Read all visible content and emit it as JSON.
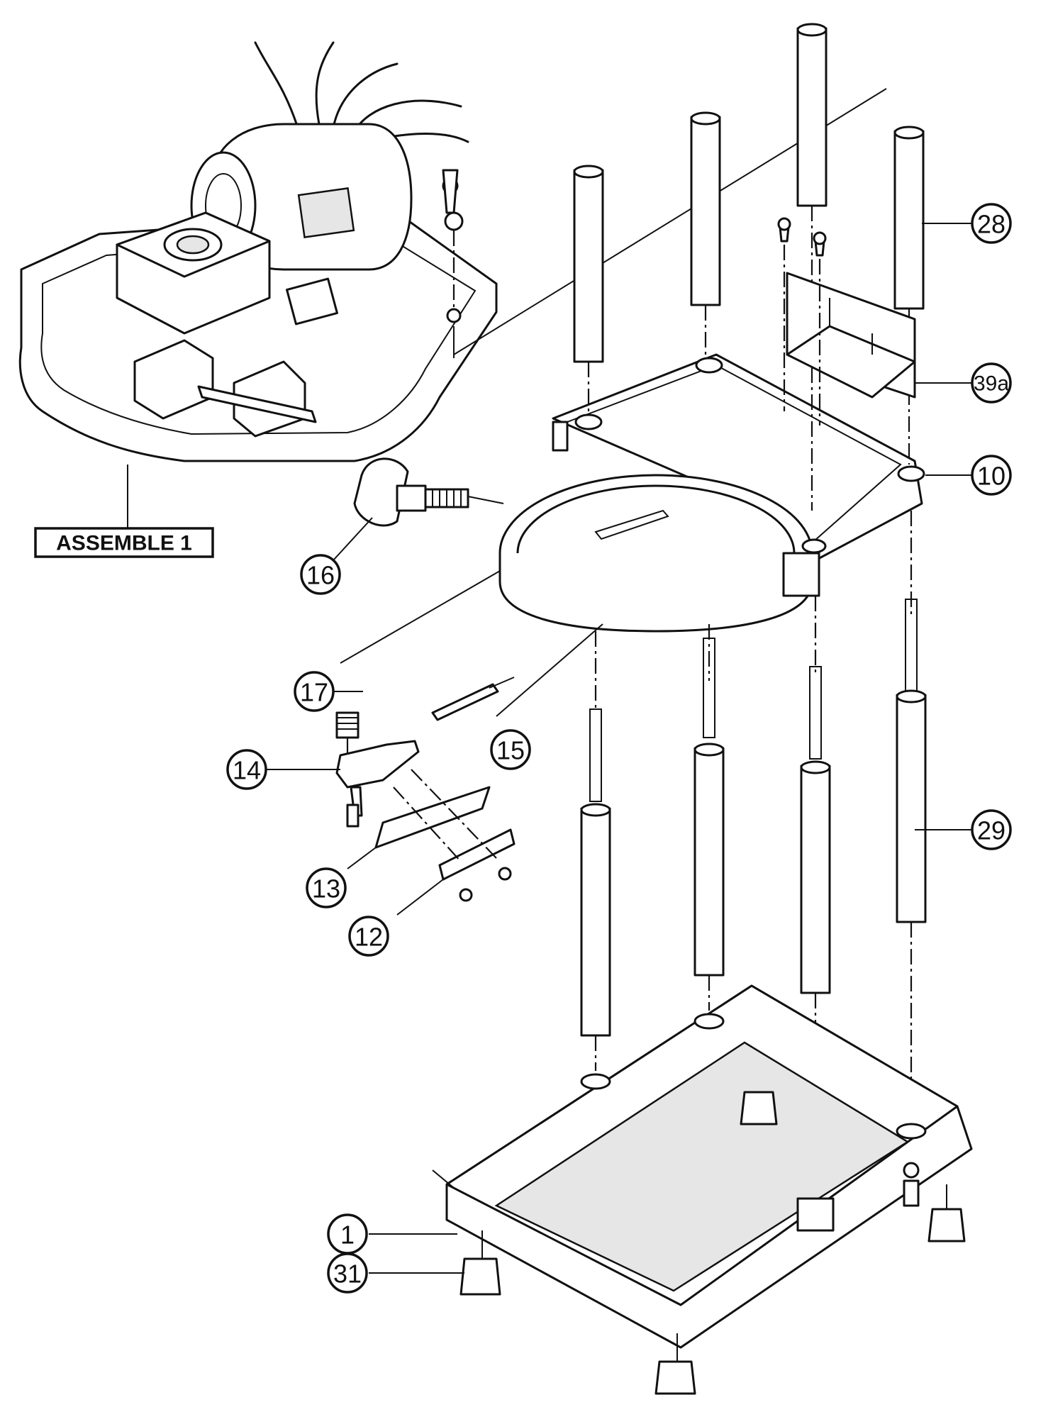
{
  "assembly_label": "ASSEMBLE 1",
  "callouts": [
    {
      "id": "28",
      "label": "28"
    },
    {
      "id": "39a",
      "label": "39a"
    },
    {
      "id": "10",
      "label": "10"
    },
    {
      "id": "16",
      "label": "16"
    },
    {
      "id": "17",
      "label": "17"
    },
    {
      "id": "14",
      "label": "14"
    },
    {
      "id": "15",
      "label": "15"
    },
    {
      "id": "13",
      "label": "13"
    },
    {
      "id": "12",
      "label": "12"
    },
    {
      "id": "29",
      "label": "29"
    },
    {
      "id": "1",
      "label": "1"
    },
    {
      "id": "31",
      "label": "31"
    }
  ]
}
